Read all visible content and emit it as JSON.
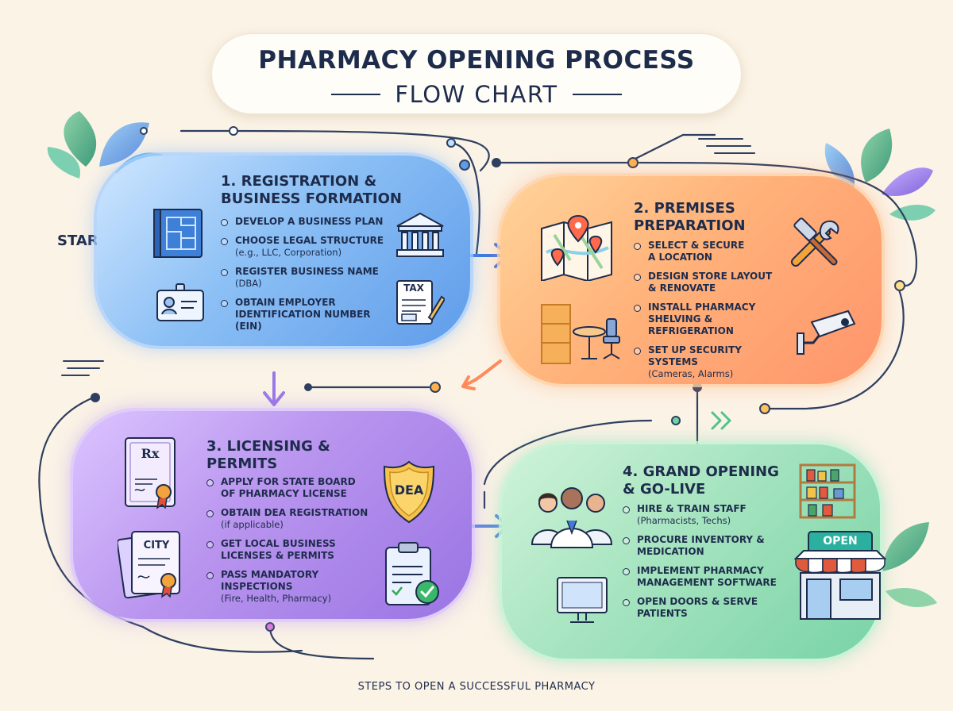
{
  "title": {
    "main": "PHARMACY OPENING PROCESS",
    "sub": "FLOW CHART"
  },
  "start_label": "START",
  "footer": "STEPS TO OPEN A SUCCESSFUL PHARMACY",
  "steps": [
    {
      "title": "1. REGISTRATION &\nBUSINESS FORMATION",
      "items": [
        {
          "main": "DEVELOP A BUSINESS PLAN",
          "note": ""
        },
        {
          "main": "CHOOSE LEGAL STRUCTURE",
          "note": "(e.g., LLC, Corporation)"
        },
        {
          "main": "REGISTER BUSINESS NAME",
          "note": "(DBA)"
        },
        {
          "main": "OBTAIN EMPLOYER\nIDENTIFICATION NUMBER (EIN)",
          "note": ""
        }
      ],
      "icons": [
        "blueprint-icon",
        "bank-building-icon",
        "id-card-icon",
        "tax-form-icon"
      ],
      "icon_text": {
        "tax": "TAX"
      },
      "color": "#6fa8ee"
    },
    {
      "title": "2. PREMISES\nPREPARATION",
      "items": [
        {
          "main": "SELECT & SECURE\nA LOCATION",
          "note": ""
        },
        {
          "main": "DESIGN STORE LAYOUT\n& RENOVATE",
          "note": ""
        },
        {
          "main": "INSTALL PHARMACY\nSHELVING &\nREFRIGERATION",
          "note": ""
        },
        {
          "main": "SET UP SECURITY SYSTEMS",
          "note": "(Cameras, Alarms)"
        }
      ],
      "icons": [
        "map-pin-icon",
        "wrench-hammer-icon",
        "shelf-furniture-icon",
        "security-camera-icon"
      ],
      "color": "#ffa878"
    },
    {
      "title": "3. LICENSING &\nPERMITS",
      "items": [
        {
          "main": "APPLY FOR STATE BOARD\nOF PHARMACY LICENSE",
          "note": ""
        },
        {
          "main": "OBTAIN DEA REGISTRATION",
          "note": "(if applicable)"
        },
        {
          "main": "GET LOCAL BUSINESS\nLICENSES & PERMITS",
          "note": ""
        },
        {
          "main": "PASS MANDATORY\nINSPECTIONS",
          "note": "(Fire, Health, Pharmacy)"
        }
      ],
      "icons": [
        "rx-certificate-icon",
        "dea-badge-icon",
        "city-license-icon",
        "checklist-clipboard-icon"
      ],
      "icon_text": {
        "rx": "Rx",
        "dea": "DEA",
        "city": "CITY"
      },
      "color": "#a883e8"
    },
    {
      "title": "4. GRAND OPENING\n& GO-LIVE",
      "items": [
        {
          "main": "HIRE & TRAIN STAFF",
          "note": "(Pharmacists, Techs)"
        },
        {
          "main": "PROCURE INVENTORY &\nMEDICATION",
          "note": ""
        },
        {
          "main": "IMPLEMENT PHARMACY\nMANAGEMENT SOFTWARE",
          "note": ""
        },
        {
          "main": "OPEN DOORS & SERVE\nPATIENTS",
          "note": ""
        }
      ],
      "icons": [
        "staff-team-icon",
        "inventory-shelf-icon",
        "computer-monitor-icon",
        "storefront-icon"
      ],
      "icon_text": {
        "open": "OPEN"
      },
      "color": "#86d8ac"
    }
  ]
}
